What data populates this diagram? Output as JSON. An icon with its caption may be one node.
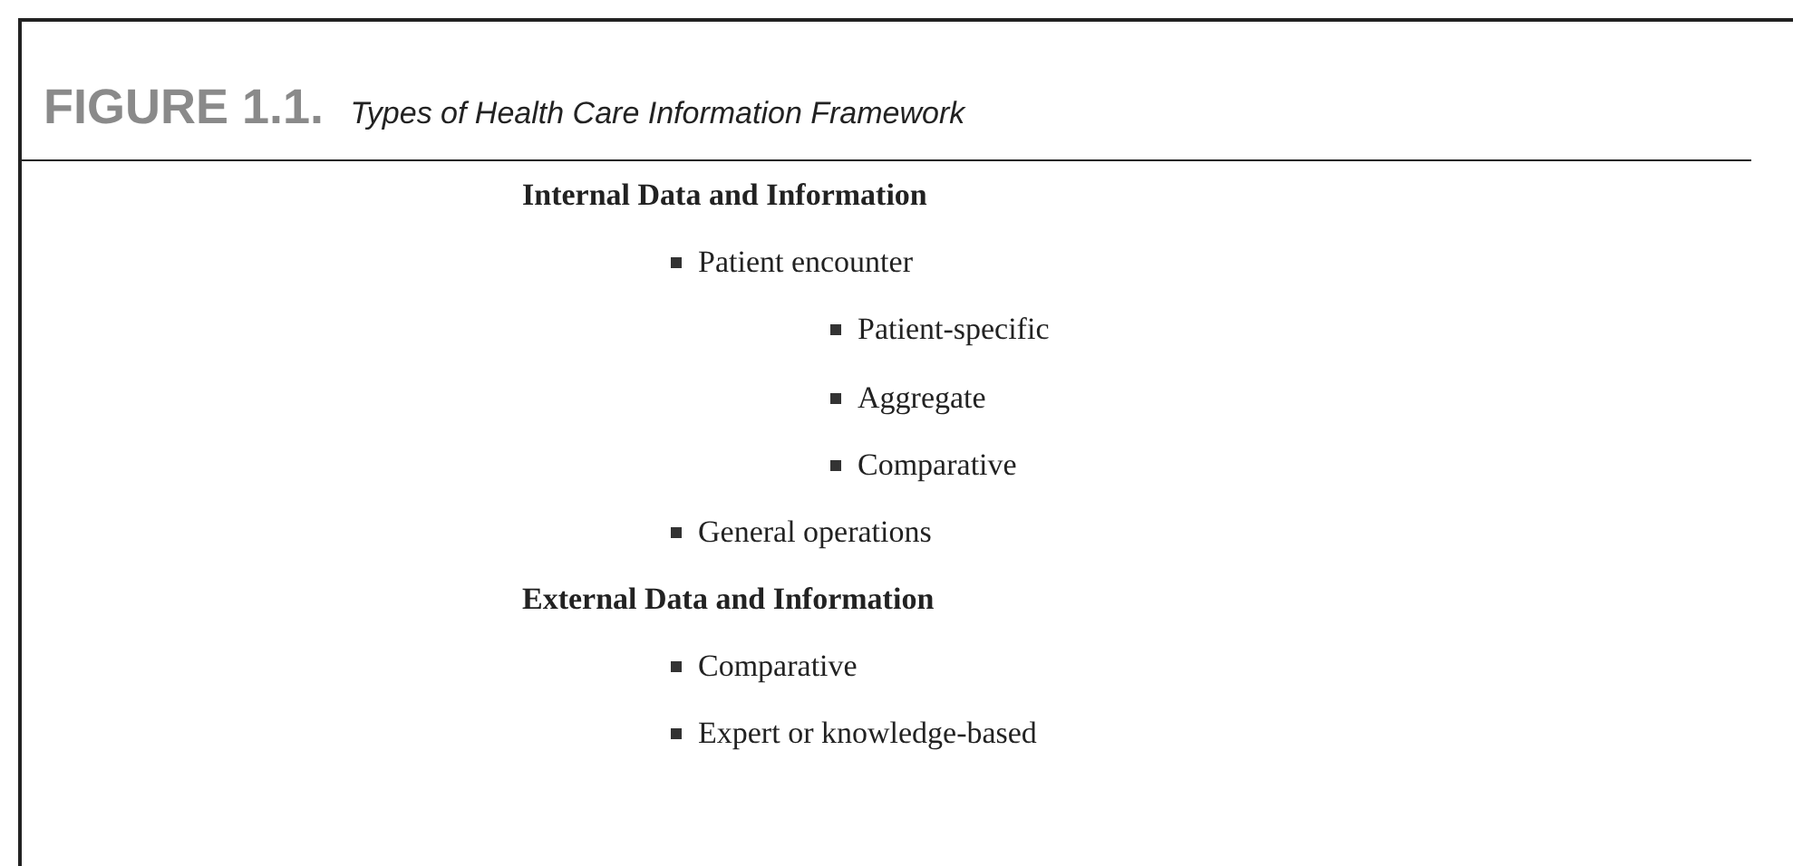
{
  "diagram": {
    "title": "**FIGURE 1.1.** *Types of Health Care Information Framework*",
    "labels": [
      "Internal Data and Information",
      "Patient encounter",
      "Patient-specific",
      "Aggregate",
      "Comparative",
      "General operations",
      "External Data and Information",
      "Comparative",
      "Expert or knowledge-based"
    ]
  }
}
